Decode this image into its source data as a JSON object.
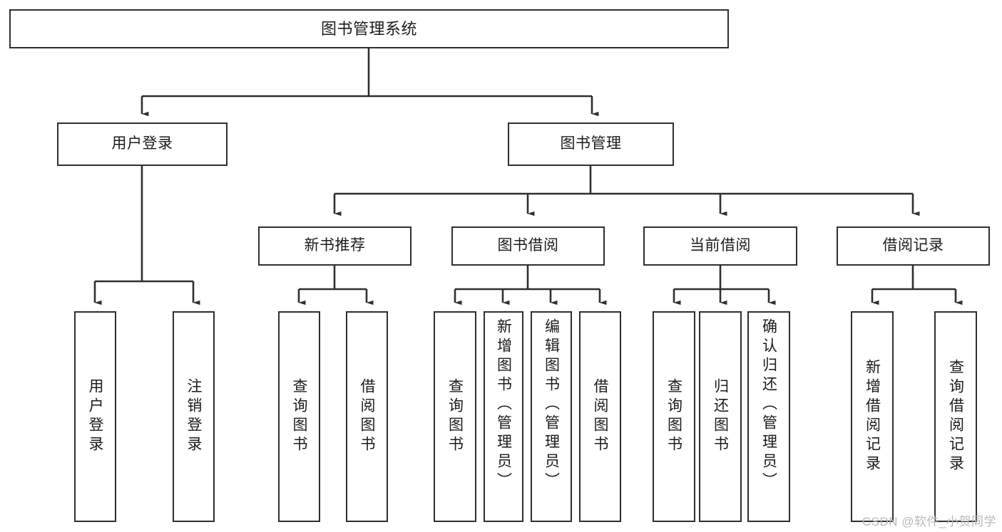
{
  "diagram": {
    "type": "tree-hierarchy",
    "title": "图书管理系统",
    "watermark": "CSDN @软件_小贺同学",
    "colors": {
      "stroke": "#2f2f2f",
      "fill": "#ffffff",
      "text": "#1b1b1b",
      "watermark": "#b9b9b9"
    },
    "root": {
      "label": "图书管理系统"
    },
    "level2": [
      {
        "key": "user-login",
        "label": "用户登录"
      },
      {
        "key": "book-manage",
        "label": "图书管理"
      }
    ],
    "level3": [
      {
        "key": "new-book-recommend",
        "label": "新书推荐",
        "parent": "book-manage"
      },
      {
        "key": "book-borrow",
        "label": "图书借阅",
        "parent": "book-manage"
      },
      {
        "key": "current-borrow",
        "label": "当前借阅",
        "parent": "book-manage"
      },
      {
        "key": "borrow-record",
        "label": "借阅记录",
        "parent": "book-manage"
      }
    ],
    "leaves": [
      {
        "key": "leaf-user-login",
        "label": "用户登录",
        "parent": "user-login"
      },
      {
        "key": "leaf-logout-login",
        "label": "注销登录",
        "parent": "user-login"
      },
      {
        "key": "leaf-query-book-1",
        "label": "查询图书",
        "parent": "new-book-recommend"
      },
      {
        "key": "leaf-borrow-book-1",
        "label": "借阅图书",
        "parent": "new-book-recommend"
      },
      {
        "key": "leaf-query-book-2",
        "label": "查询图书",
        "parent": "book-borrow"
      },
      {
        "key": "leaf-add-book",
        "label": "新增图书（管理员）",
        "parent": "book-borrow"
      },
      {
        "key": "leaf-edit-book",
        "label": "编辑图书（管理员）",
        "parent": "book-borrow"
      },
      {
        "key": "leaf-borrow-book-2",
        "label": "借阅图书",
        "parent": "book-borrow"
      },
      {
        "key": "leaf-query-book-3",
        "label": "查询图书",
        "parent": "current-borrow"
      },
      {
        "key": "leaf-return-book",
        "label": "归还图书",
        "parent": "current-borrow"
      },
      {
        "key": "leaf-confirm-return",
        "label": "确认归还（管理员）",
        "parent": "current-borrow"
      },
      {
        "key": "leaf-add-record",
        "label": "新增借阅记录",
        "parent": "borrow-record"
      },
      {
        "key": "leaf-query-record",
        "label": "查询借阅记录",
        "parent": "borrow-record"
      }
    ]
  }
}
